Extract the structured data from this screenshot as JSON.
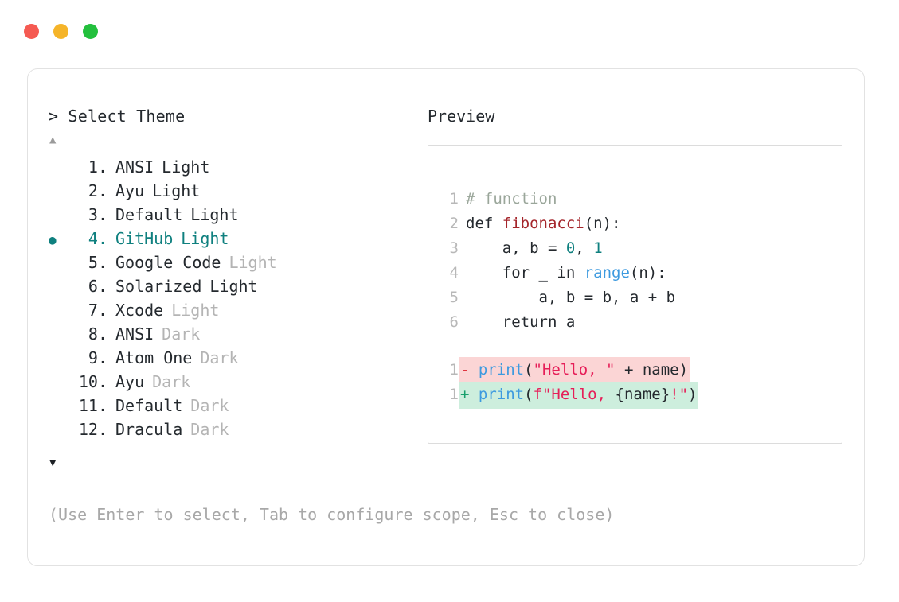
{
  "window": {
    "traffic_lights": [
      {
        "name": "close",
        "color": "#f55a52"
      },
      {
        "name": "minimize",
        "color": "#f5b429"
      },
      {
        "name": "zoom",
        "color": "#23c03d"
      }
    ]
  },
  "prompt": {
    "symbol": ">",
    "title": "Select Theme",
    "full": "> Select Theme"
  },
  "scroll": {
    "up_arrow": "▲",
    "down_arrow": "▼",
    "up_color": "#9b9b9b",
    "down_color": "#1d2125"
  },
  "selection": {
    "bullet": "●",
    "selected_index": 4,
    "accent_color": "#0f807f"
  },
  "themes": [
    {
      "number": " 1.",
      "name": "ANSI",
      "variant": "Light",
      "variant_dim": false,
      "selected": false
    },
    {
      "number": " 2.",
      "name": "Ayu",
      "variant": "Light",
      "variant_dim": false,
      "selected": false
    },
    {
      "number": " 3.",
      "name": "Default",
      "variant": "Light",
      "variant_dim": false,
      "selected": false
    },
    {
      "number": " 4.",
      "name": "GitHub",
      "variant": "Light",
      "variant_dim": false,
      "selected": true
    },
    {
      "number": " 5.",
      "name": "Google Code",
      "variant": "Light",
      "variant_dim": true,
      "selected": false
    },
    {
      "number": " 6.",
      "name": "Solarized",
      "variant": "Light",
      "variant_dim": false,
      "selected": false
    },
    {
      "number": " 7.",
      "name": "Xcode",
      "variant": "Light",
      "variant_dim": true,
      "selected": false
    },
    {
      "number": " 8.",
      "name": "ANSI",
      "variant": "Dark",
      "variant_dim": true,
      "selected": false
    },
    {
      "number": " 9.",
      "name": "Atom One",
      "variant": "Dark",
      "variant_dim": true,
      "selected": false
    },
    {
      "number": "10.",
      "name": "Ayu",
      "variant": "Dark",
      "variant_dim": true,
      "selected": false
    },
    {
      "number": "11.",
      "name": "Default",
      "variant": "Dark",
      "variant_dim": true,
      "selected": false
    },
    {
      "number": "12.",
      "name": "Dracula",
      "variant": "Dark",
      "variant_dim": true,
      "selected": false
    }
  ],
  "preview": {
    "label": "Preview",
    "code_lines": [
      {
        "num": "1",
        "tokens": [
          {
            "t": "# function",
            "c": "comment"
          }
        ]
      },
      {
        "num": "2",
        "tokens": [
          {
            "t": "def ",
            "c": "plain"
          },
          {
            "t": "fibonacci",
            "c": "func"
          },
          {
            "t": "(n):",
            "c": "plain"
          }
        ]
      },
      {
        "num": "3",
        "tokens": [
          {
            "t": "    a, b = ",
            "c": "plain"
          },
          {
            "t": "0",
            "c": "num"
          },
          {
            "t": ", ",
            "c": "plain"
          },
          {
            "t": "1",
            "c": "num"
          }
        ]
      },
      {
        "num": "4",
        "tokens": [
          {
            "t": "    for _ in ",
            "c": "plain"
          },
          {
            "t": "range",
            "c": "builtin"
          },
          {
            "t": "(n):",
            "c": "plain"
          }
        ]
      },
      {
        "num": "5",
        "tokens": [
          {
            "t": "        a, b = b, a + b",
            "c": "plain"
          }
        ]
      },
      {
        "num": "6",
        "tokens": [
          {
            "t": "    return a",
            "c": "plain"
          }
        ]
      }
    ],
    "diff_lines": [
      {
        "num": "1",
        "kind": "del",
        "marker": "-",
        "bg": "#fbd5d5",
        "tokens": [
          {
            "t": "print",
            "c": "builtin"
          },
          {
            "t": "(",
            "c": "plain"
          },
          {
            "t": "\"Hello, \"",
            "c": "str"
          },
          {
            "t": " + name)",
            "c": "plain"
          }
        ]
      },
      {
        "num": "1",
        "kind": "add",
        "marker": "+",
        "bg": "#cdeedd",
        "tokens": [
          {
            "t": "print",
            "c": "builtin"
          },
          {
            "t": "(",
            "c": "plain"
          },
          {
            "t": "f\"Hello, ",
            "c": "str"
          },
          {
            "t": "{name}",
            "c": "name"
          },
          {
            "t": "!\"",
            "c": "str"
          },
          {
            "t": ")",
            "c": "plain"
          }
        ]
      }
    ]
  },
  "hint": {
    "text": "(Use Enter to select, Tab to configure scope, Esc to close)"
  }
}
